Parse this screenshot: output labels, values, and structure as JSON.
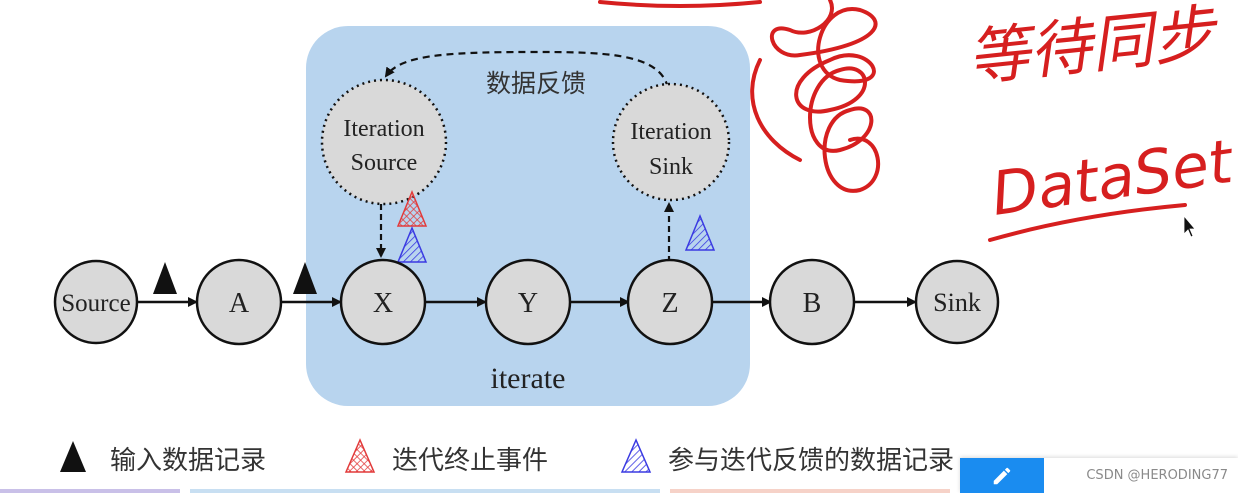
{
  "diagram": {
    "nodes": {
      "source": "Source",
      "a": "A",
      "x": "X",
      "y": "Y",
      "z": "Z",
      "b": "B",
      "sink": "Sink",
      "iteration_source_line1": "Iteration",
      "iteration_source_line2": "Source",
      "iteration_sink_line1": "Iteration",
      "iteration_sink_line2": "Sink"
    },
    "feedback_label": "数据反馈",
    "iterate_label": "iterate",
    "region_color": "#b8d4ee",
    "node_fill": "#d9d9d9"
  },
  "legend": {
    "input_record": "输入数据记录",
    "termination_event": "迭代终止事件",
    "feedback_record": "参与迭代反馈的数据记录"
  },
  "annotation": {
    "handwritten_text_1": "等待同步",
    "handwritten_text_2": "DataSet",
    "ink_color": "#d61f1f"
  },
  "toolbar": {
    "edit_icon": "pencil-icon",
    "watermark": "CSDN @HERODING77"
  }
}
